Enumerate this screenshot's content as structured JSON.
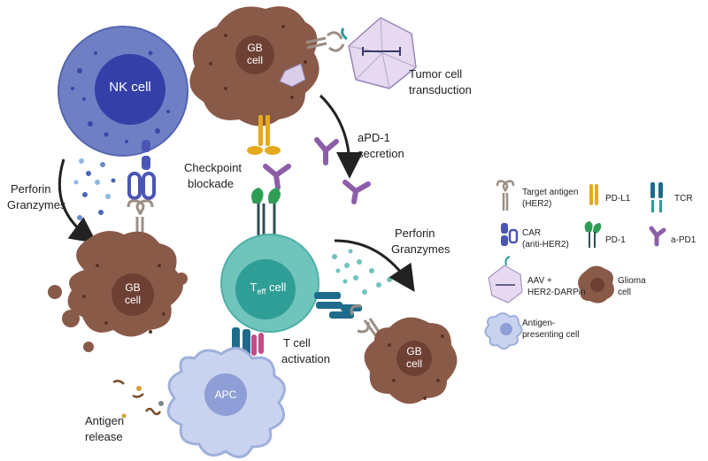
{
  "cells": {
    "nk": "NK cell",
    "gb_top_line1": "GB",
    "gb_top_line2": "cell",
    "gb_left_line1": "GB",
    "gb_left_line2": "cell",
    "gb_right_line1": "GB",
    "gb_right_line2": "cell",
    "teff_main": "T",
    "teff_sub": "eff",
    "teff_suffix": " cell",
    "apc": "APC"
  },
  "annotations": {
    "tumor_transduction_1": "Tumor cell",
    "tumor_transduction_2": "transduction",
    "apd1_secretion_1": "aPD-1",
    "apd1_secretion_2": "secretion",
    "checkpoint_1": "Checkpoint",
    "checkpoint_2": "blockade",
    "perforin_left_1": "Perforin",
    "perforin_left_2": "Granzymes",
    "perforin_right_1": "Perforin",
    "perforin_right_2": "Granzymes",
    "tcell_activation_1": "T cell",
    "tcell_activation_2": "activation",
    "antigen_release_1": "Antigen",
    "antigen_release_2": "release"
  },
  "legend": {
    "target_antigen_1": "Target antigen",
    "target_antigen_2": "(HER2)",
    "pdl1": "PD-L1",
    "tcr": "TCR",
    "car_1": "CAR",
    "car_2": "(anti-HER2)",
    "pd1": "PD-1",
    "apd1": "a-PD1",
    "aav_1": "AAV +",
    "aav_2": "HER2-DARPin",
    "glioma_1": "Glioma",
    "glioma_2": "cell",
    "apc_1": "Antigen-",
    "apc_2": "presenting cell"
  },
  "colors": {
    "nk": "#6f7fc4",
    "nk_nucleus": "#3440a8",
    "gb": "#8a5a48",
    "gb_nucleus": "#6e4034",
    "teff": "#6fc4bc",
    "teff_nucleus": "#2f9e96",
    "apc": "#9fb0dc",
    "apd1": "#8c5ea8",
    "pdl1": "#e6a91e",
    "pd1": "#2f9e55",
    "car": "#4a55b5",
    "tcr": "#1f6b8a",
    "arrow": "#222222"
  }
}
